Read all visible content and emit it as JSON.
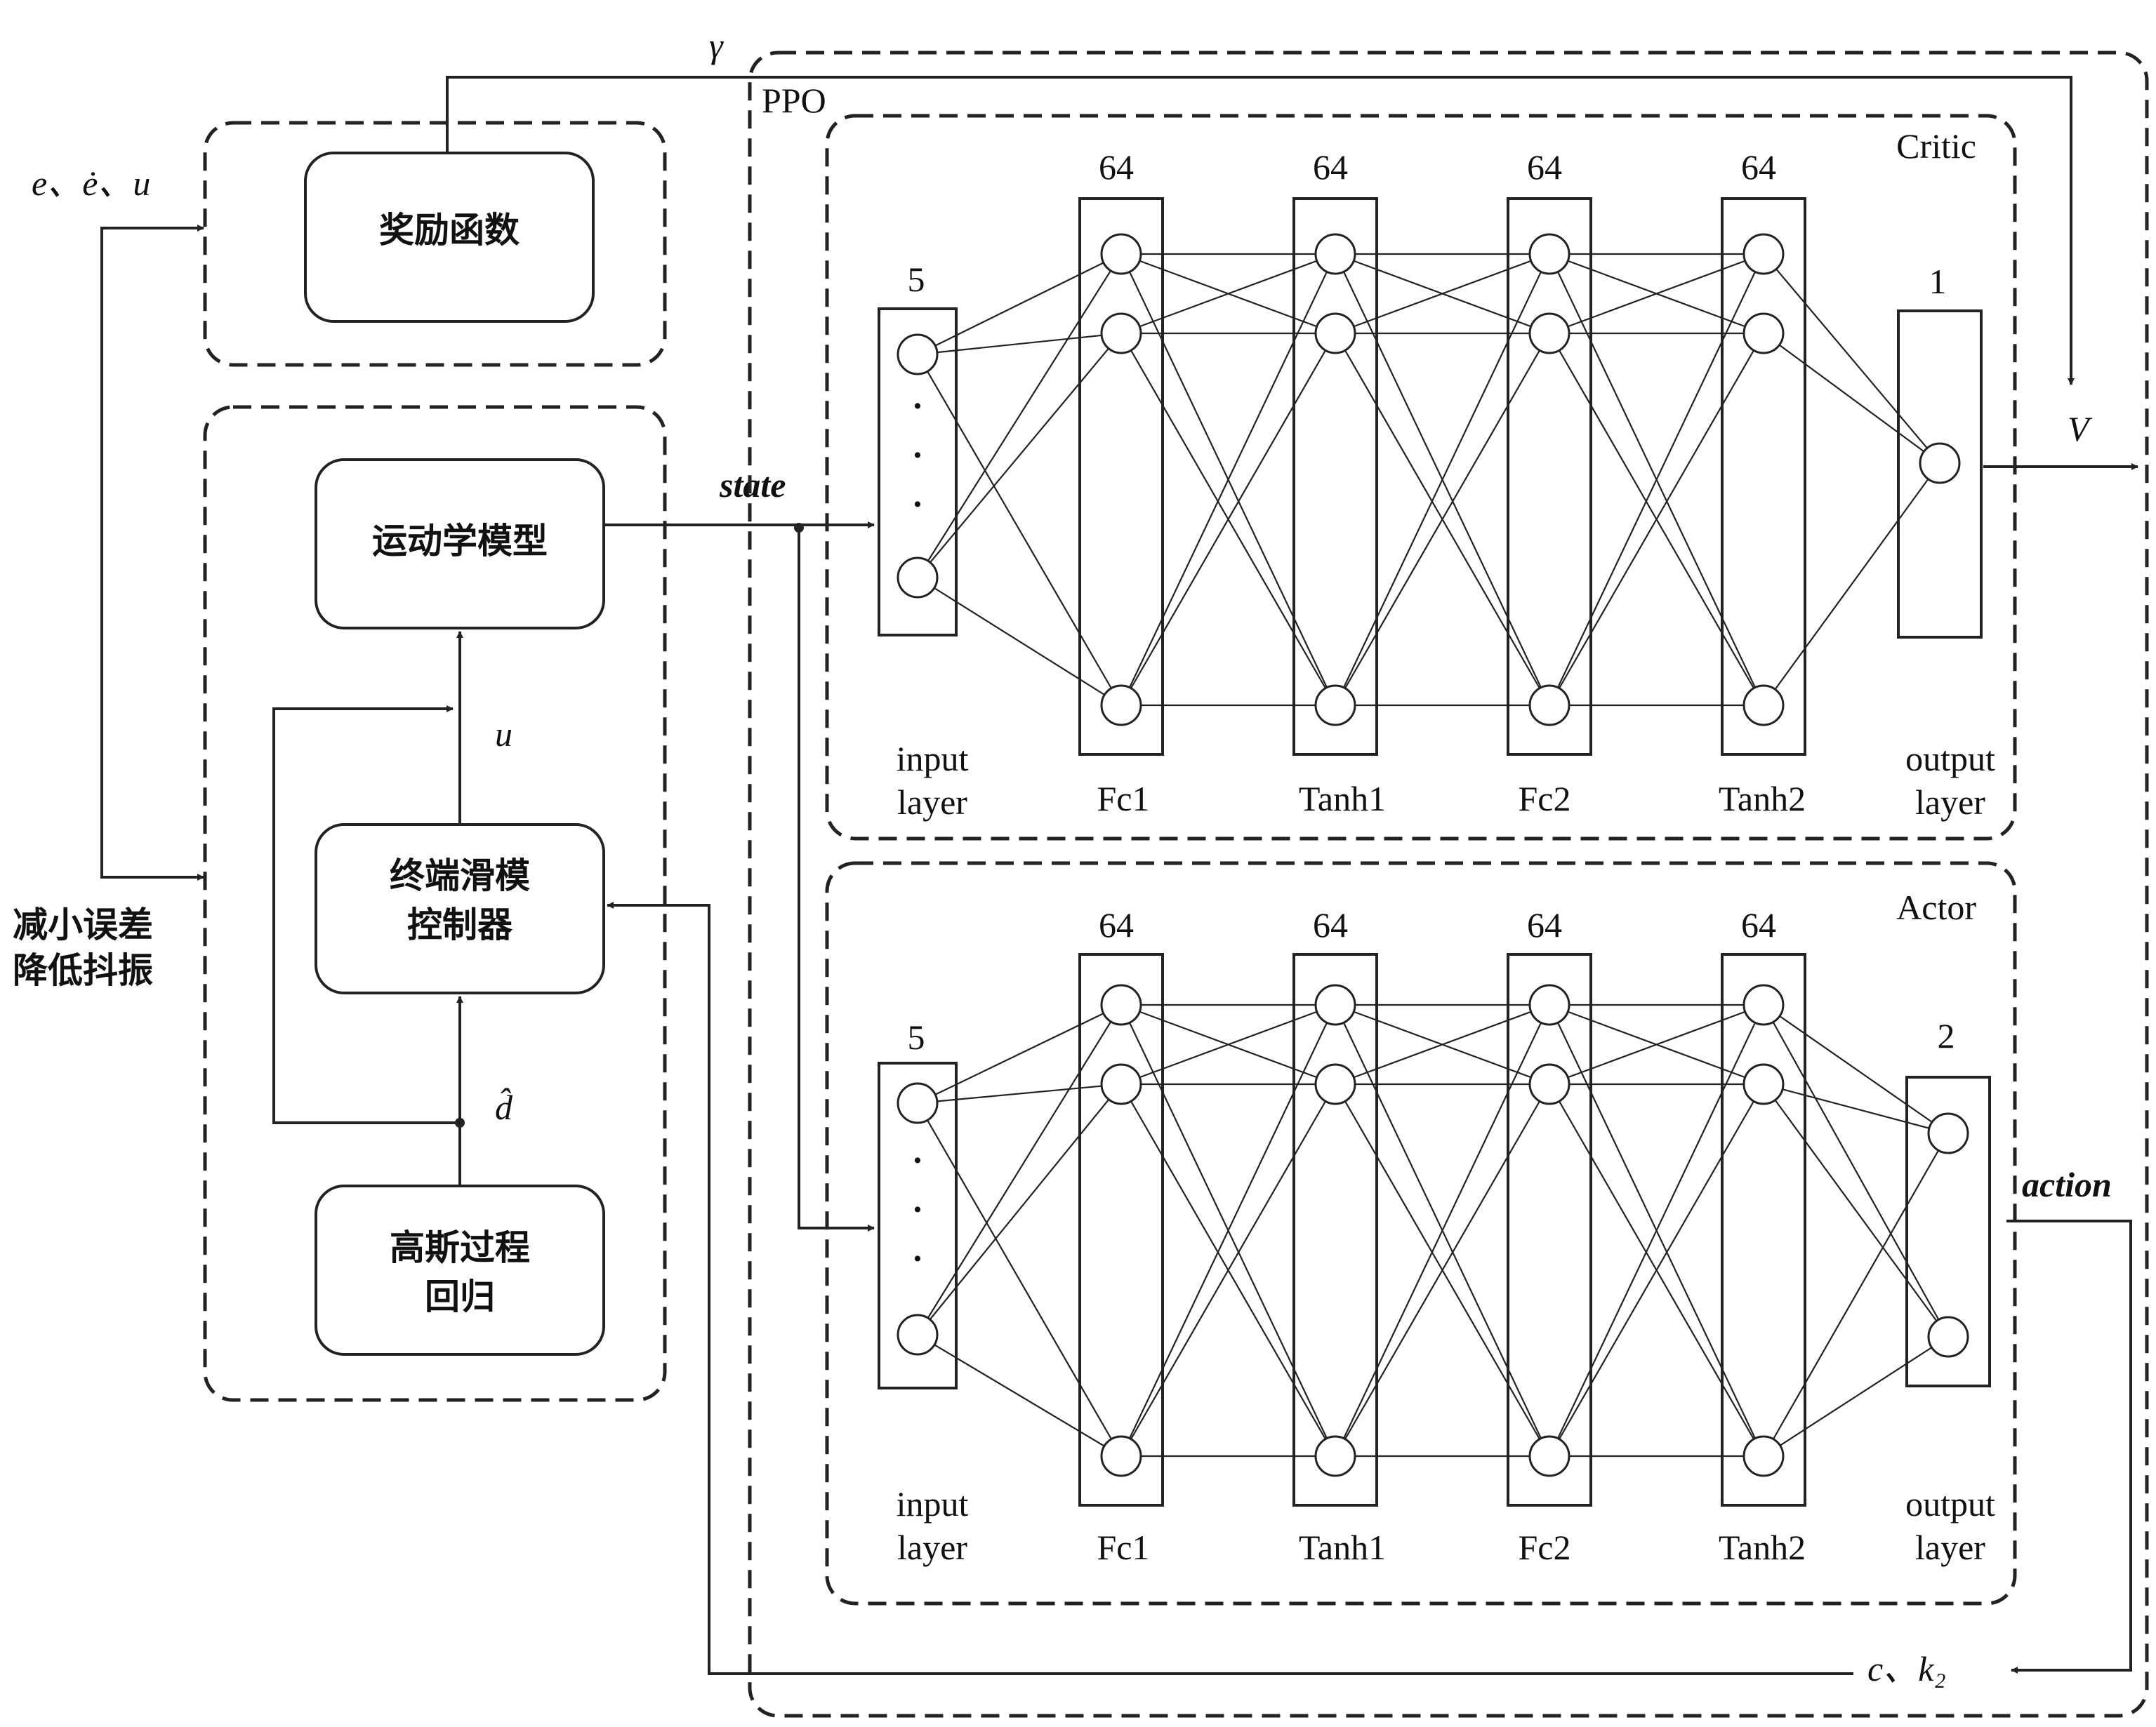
{
  "left_panel": {
    "reward_box": "奖励函数",
    "kinematics_box": "运动学模型",
    "controller_box": [
      "终端滑模",
      "控制器"
    ],
    "gpr_box": [
      "高斯过程",
      "回归"
    ],
    "side_label": [
      "减小误差",
      "降低抖振"
    ]
  },
  "signals": {
    "gamma": "γ",
    "e_inputs": "e、ė、u",
    "state": "state",
    "u": "u",
    "d_hat": "d̂",
    "V": "V",
    "action": "action",
    "c_k2": "c、k₂"
  },
  "ppo": {
    "title": "PPO",
    "networks": [
      {
        "name": "Critic",
        "layer_sizes": [
          "5",
          "64",
          "64",
          "64",
          "64",
          "1"
        ],
        "layer_names": [
          "input layer",
          "Fc1",
          "Tanh1",
          "Fc2",
          "Tanh2",
          "output layer"
        ]
      },
      {
        "name": "Actor",
        "layer_sizes": [
          "5",
          "64",
          "64",
          "64",
          "64",
          "2"
        ],
        "layer_names": [
          "input layer",
          "Fc1",
          "Tanh1",
          "Fc2",
          "Tanh2",
          "output layer"
        ]
      }
    ]
  }
}
